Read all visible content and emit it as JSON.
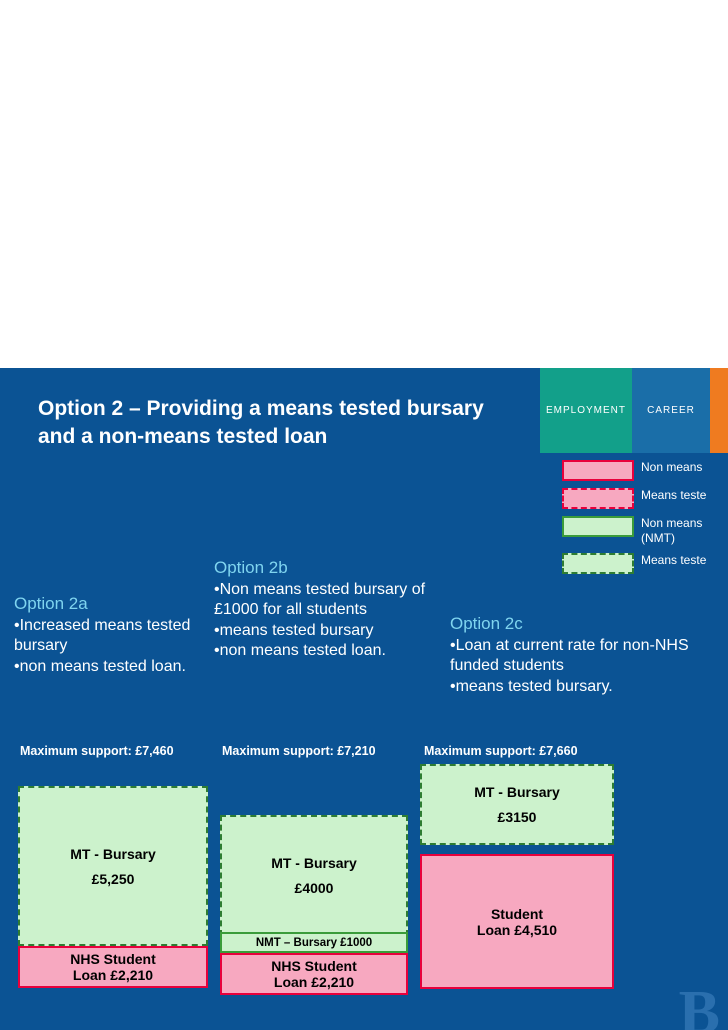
{
  "slide": {
    "title": "Option 2 – Providing a means tested bursary and a non-means tested loan",
    "tabs": [
      {
        "label": "EMPLOYMENT",
        "color": "#12a08a"
      },
      {
        "label": "CAREER",
        "color": "#1a6ea8"
      },
      {
        "label": "",
        "color": "#ef7b20"
      }
    ],
    "watermark": "B"
  },
  "legend": {
    "items": [
      {
        "swatch": "pink-solid",
        "text": "Non means"
      },
      {
        "swatch": "pink-dash",
        "text": "Means teste"
      },
      {
        "swatch": "green-solid",
        "text": "Non means\n(NMT)"
      },
      {
        "swatch": "green-dash",
        "text": "Means teste"
      }
    ],
    "item0_text": "Non means",
    "item1_text": "Means teste",
    "item2_text": "Non means (NMT)",
    "item2_line1": "Non means",
    "item2_line2": "(NMT)",
    "item3_text": "Means teste"
  },
  "options": {
    "a": {
      "heading": "Option 2a",
      "bullets": [
        "•Increased means tested bursary",
        "•non means tested loan."
      ],
      "bullet1": "•Increased means tested bursary",
      "bullet2": "•non means tested loan.",
      "max_support": "Maximum support: £7,460",
      "bars": {
        "bursary_label": "MT - Bursary",
        "bursary_value": "£5,250",
        "loan_label": "NHS Student",
        "loan_value": "Loan        £2,210"
      }
    },
    "b": {
      "heading": "Option 2b",
      "bullet1": "•Non means tested bursary of £1000 for all students",
      "bullet2": "•means tested bursary",
      "bullet3": "•non means tested loan.",
      "max_support": "Maximum support: £7,210",
      "bars": {
        "bursary_label": "MT - Bursary",
        "bursary_value": "£4000",
        "nmt_label": "NMT – Bursary £1000",
        "loan_label": "NHS Student",
        "loan_value": "Loan        £2,210"
      }
    },
    "c": {
      "heading": "Option 2c",
      "bullet1": "•Loan at current rate for non-NHS funded students",
      "bullet2": "•means tested bursary.",
      "max_support": "Maximum support: £7,660",
      "bars": {
        "bursary_label": "MT - Bursary",
        "bursary_value": "£3150",
        "loan_label": "Student",
        "loan_value": "Loan £4,510"
      }
    }
  }
}
